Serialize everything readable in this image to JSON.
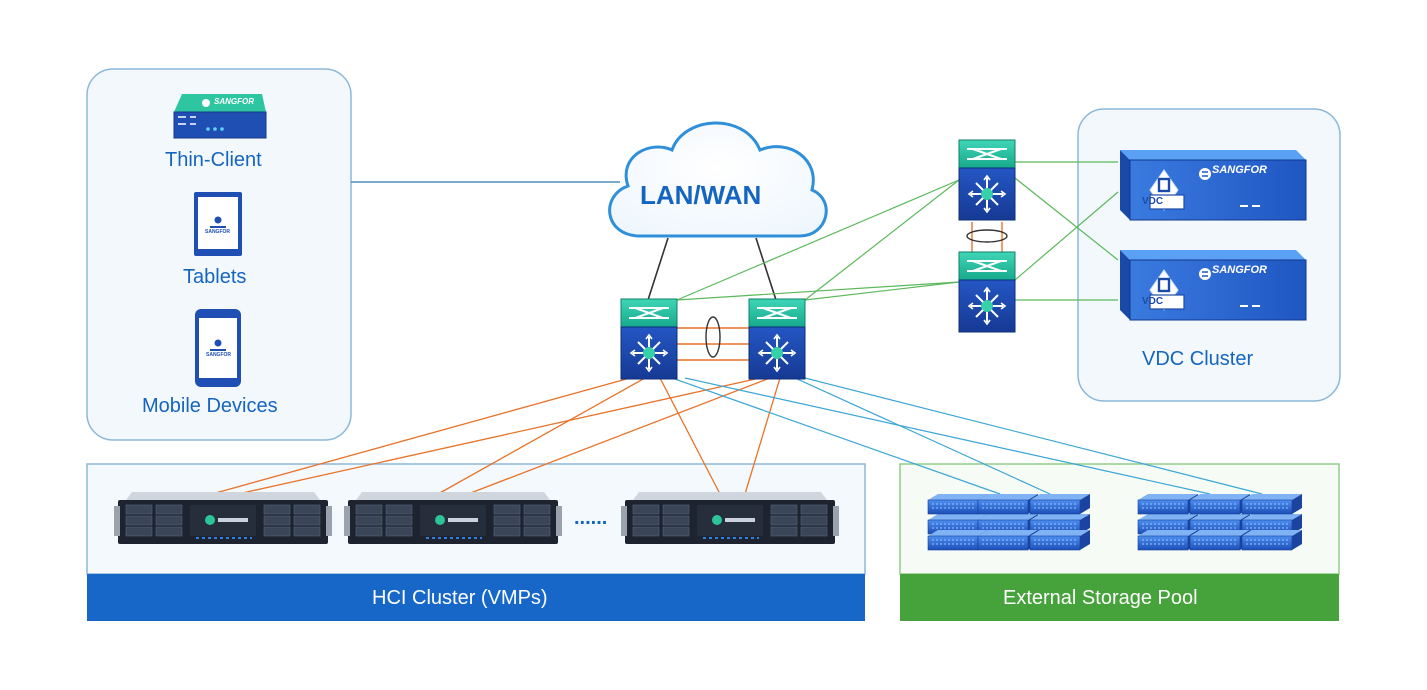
{
  "cloud": {
    "label": "LAN/WAN"
  },
  "clients": {
    "thin_client": "Thin-Client",
    "tablets": "Tablets",
    "mobile": "Mobile Devices"
  },
  "brand": {
    "name": "SANGFOR",
    "vdc_badge": "VDC"
  },
  "vdc_cluster": {
    "label": "VDC Cluster"
  },
  "hci": {
    "label": "HCI Cluster (VMPs)",
    "ellipsis": "......"
  },
  "storage": {
    "label": "External Storage Pool"
  },
  "colors": {
    "accent_blue": "#1565c0",
    "hci_bar": "#1667c8",
    "storage_bar": "#46a23b",
    "panel_border_blue": "#8cb8d8",
    "panel_border_green": "#8fcf86",
    "link_orange": "#e8732a",
    "link_teal": "#3aa6d6",
    "link_green": "#5cb85c",
    "switch_teal": "#1fbf9f",
    "switch_navy": "#1a3f9c"
  },
  "icons": [
    "cloud-icon",
    "switch-icon",
    "thin-client-icon",
    "tablet-icon",
    "mobile-icon",
    "vdc-appliance-icon",
    "rack-server-icon",
    "storage-array-icon"
  ]
}
